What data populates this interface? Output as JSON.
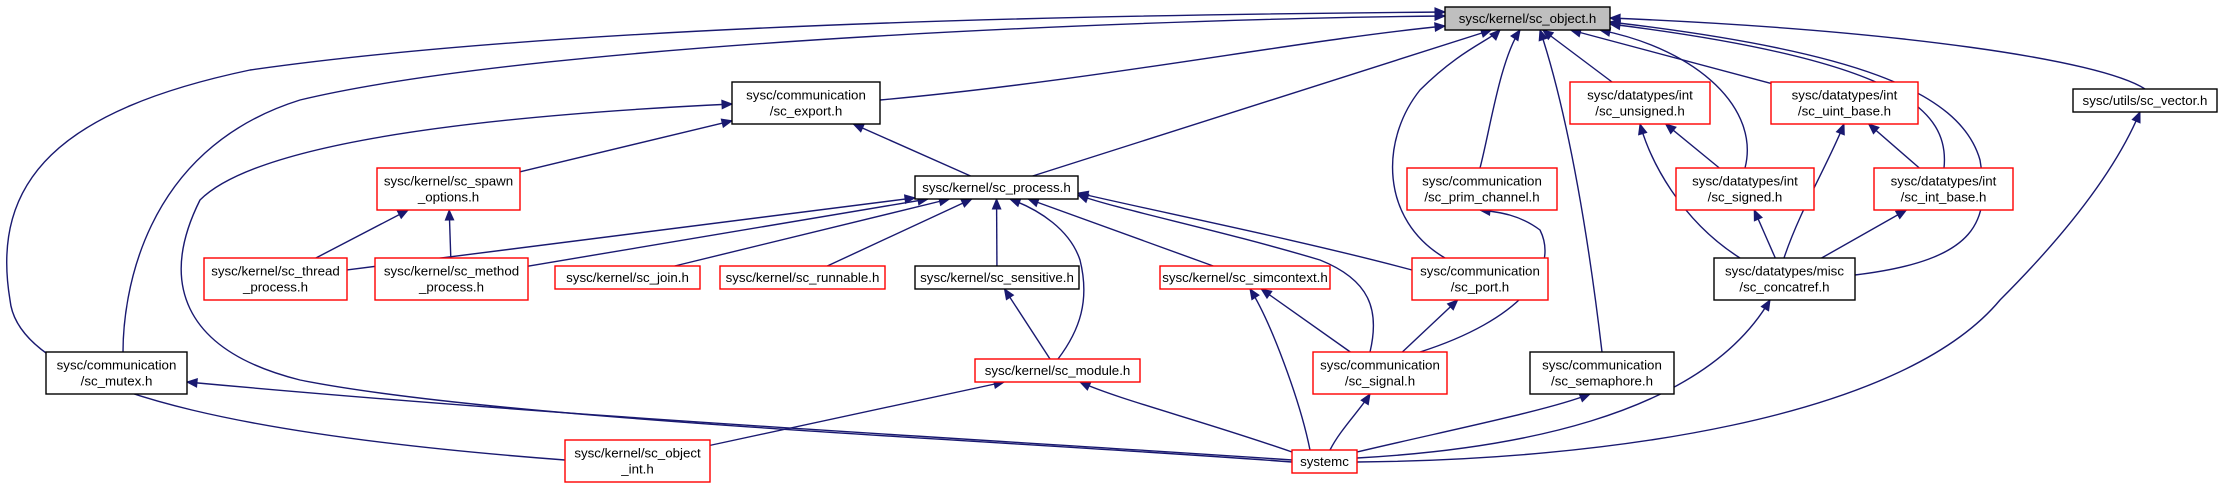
{
  "colors": {
    "edge": "#191970",
    "root_fill": "#bfbfbf",
    "black_border": "#000000",
    "red_border": "#ff0000",
    "text": "#000000"
  },
  "nodes": {
    "sc_object_h": {
      "lines": [
        "sysc/kernel/sc_object.h"
      ],
      "style": "root"
    },
    "sc_export_h": {
      "lines": [
        "sysc/communication",
        "/sc_export.h"
      ],
      "style": "black"
    },
    "sc_unsigned_h": {
      "lines": [
        "sysc/datatypes/int",
        "/sc_unsigned.h"
      ],
      "style": "red"
    },
    "sc_uint_base_h": {
      "lines": [
        "sysc/datatypes/int",
        "/sc_uint_base.h"
      ],
      "style": "red"
    },
    "sc_vector_h": {
      "lines": [
        "sysc/utils/sc_vector.h"
      ],
      "style": "black"
    },
    "sc_spawn_options_h": {
      "lines": [
        "sysc/kernel/sc_spawn",
        "_options.h"
      ],
      "style": "red"
    },
    "sc_process_h": {
      "lines": [
        "sysc/kernel/sc_process.h"
      ],
      "style": "black"
    },
    "sc_prim_channel_h": {
      "lines": [
        "sysc/communication",
        "/sc_prim_channel.h"
      ],
      "style": "red"
    },
    "sc_signed_h": {
      "lines": [
        "sysc/datatypes/int",
        "/sc_signed.h"
      ],
      "style": "red"
    },
    "sc_int_base_h": {
      "lines": [
        "sysc/datatypes/int",
        "/sc_int_base.h"
      ],
      "style": "red"
    },
    "sc_thread_process_h": {
      "lines": [
        "sysc/kernel/sc_thread",
        "_process.h"
      ],
      "style": "red"
    },
    "sc_method_process_h": {
      "lines": [
        "sysc/kernel/sc_method",
        "_process.h"
      ],
      "style": "red"
    },
    "sc_join_h": {
      "lines": [
        "sysc/kernel/sc_join.h"
      ],
      "style": "red"
    },
    "sc_runnable_h": {
      "lines": [
        "sysc/kernel/sc_runnable.h"
      ],
      "style": "red"
    },
    "sc_sensitive_h": {
      "lines": [
        "sysc/kernel/sc_sensitive.h"
      ],
      "style": "black"
    },
    "sc_simcontext_h": {
      "lines": [
        "sysc/kernel/sc_simcontext.h"
      ],
      "style": "red"
    },
    "sc_port_h": {
      "lines": [
        "sysc/communication",
        "/sc_port.h"
      ],
      "style": "red"
    },
    "sc_concatref_h": {
      "lines": [
        "sysc/datatypes/misc",
        "/sc_concatref.h"
      ],
      "style": "black"
    },
    "sc_mutex_h": {
      "lines": [
        "sysc/communication",
        "/sc_mutex.h"
      ],
      "style": "black"
    },
    "sc_module_h": {
      "lines": [
        "sysc/kernel/sc_module.h"
      ],
      "style": "red"
    },
    "sc_signal_h": {
      "lines": [
        "sysc/communication",
        "/sc_signal.h"
      ],
      "style": "red"
    },
    "sc_semaphore_h": {
      "lines": [
        "sysc/communication",
        "/sc_semaphore.h"
      ],
      "style": "black"
    },
    "sc_object_int_h": {
      "lines": [
        "sysc/kernel/sc_object",
        "_int.h"
      ],
      "style": "red"
    },
    "systemc": {
      "lines": [
        "systemc"
      ],
      "style": "red"
    }
  },
  "edges": [
    [
      "sc_export_h",
      "sc_object_h"
    ],
    [
      "sc_process_h",
      "sc_object_h"
    ],
    [
      "sc_prim_channel_h",
      "sc_object_h"
    ],
    [
      "sc_port_h",
      "sc_object_h"
    ],
    [
      "sc_semaphore_h",
      "sc_object_h"
    ],
    [
      "sc_unsigned_h",
      "sc_object_h"
    ],
    [
      "sc_signed_h",
      "sc_object_h"
    ],
    [
      "sc_uint_base_h",
      "sc_object_h"
    ],
    [
      "sc_int_base_h",
      "sc_object_h"
    ],
    [
      "sc_concatref_h",
      "sc_object_h"
    ],
    [
      "sc_vector_h",
      "sc_object_h"
    ],
    [
      "sc_mutex_h",
      "sc_object_h"
    ],
    [
      "sc_object_int_h",
      "sc_object_h"
    ],
    [
      "sc_process_h",
      "sc_export_h"
    ],
    [
      "sc_spawn_options_h",
      "sc_export_h"
    ],
    [
      "systemc",
      "sc_export_h"
    ],
    [
      "sc_method_process_h",
      "sc_spawn_options_h"
    ],
    [
      "sc_thread_process_h",
      "sc_spawn_options_h"
    ],
    [
      "sc_thread_process_h",
      "sc_process_h"
    ],
    [
      "sc_method_process_h",
      "sc_process_h"
    ],
    [
      "sc_join_h",
      "sc_process_h"
    ],
    [
      "sc_runnable_h",
      "sc_process_h"
    ],
    [
      "sc_sensitive_h",
      "sc_process_h"
    ],
    [
      "sc_simcontext_h",
      "sc_process_h"
    ],
    [
      "sc_port_h",
      "sc_process_h"
    ],
    [
      "sc_module_h",
      "sc_process_h"
    ],
    [
      "sc_signal_h",
      "sc_process_h"
    ],
    [
      "sc_module_h",
      "sc_sensitive_h"
    ],
    [
      "sc_signal_h",
      "sc_simcontext_h"
    ],
    [
      "systemc",
      "sc_simcontext_h"
    ],
    [
      "sc_signal_h",
      "sc_port_h"
    ],
    [
      "sc_signal_h",
      "sc_prim_channel_h"
    ],
    [
      "sc_signed_h",
      "sc_unsigned_h"
    ],
    [
      "sc_concatref_h",
      "sc_unsigned_h"
    ],
    [
      "sc_int_base_h",
      "sc_uint_base_h"
    ],
    [
      "sc_concatref_h",
      "sc_uint_base_h"
    ],
    [
      "sc_concatref_h",
      "sc_signed_h"
    ],
    [
      "sc_concatref_h",
      "sc_int_base_h"
    ],
    [
      "systemc",
      "sc_concatref_h"
    ],
    [
      "systemc",
      "sc_vector_h"
    ],
    [
      "systemc",
      "sc_mutex_h"
    ],
    [
      "sc_object_int_h",
      "sc_module_h"
    ],
    [
      "systemc",
      "sc_module_h"
    ],
    [
      "systemc",
      "sc_signal_h"
    ],
    [
      "systemc",
      "sc_semaphore_h"
    ]
  ]
}
